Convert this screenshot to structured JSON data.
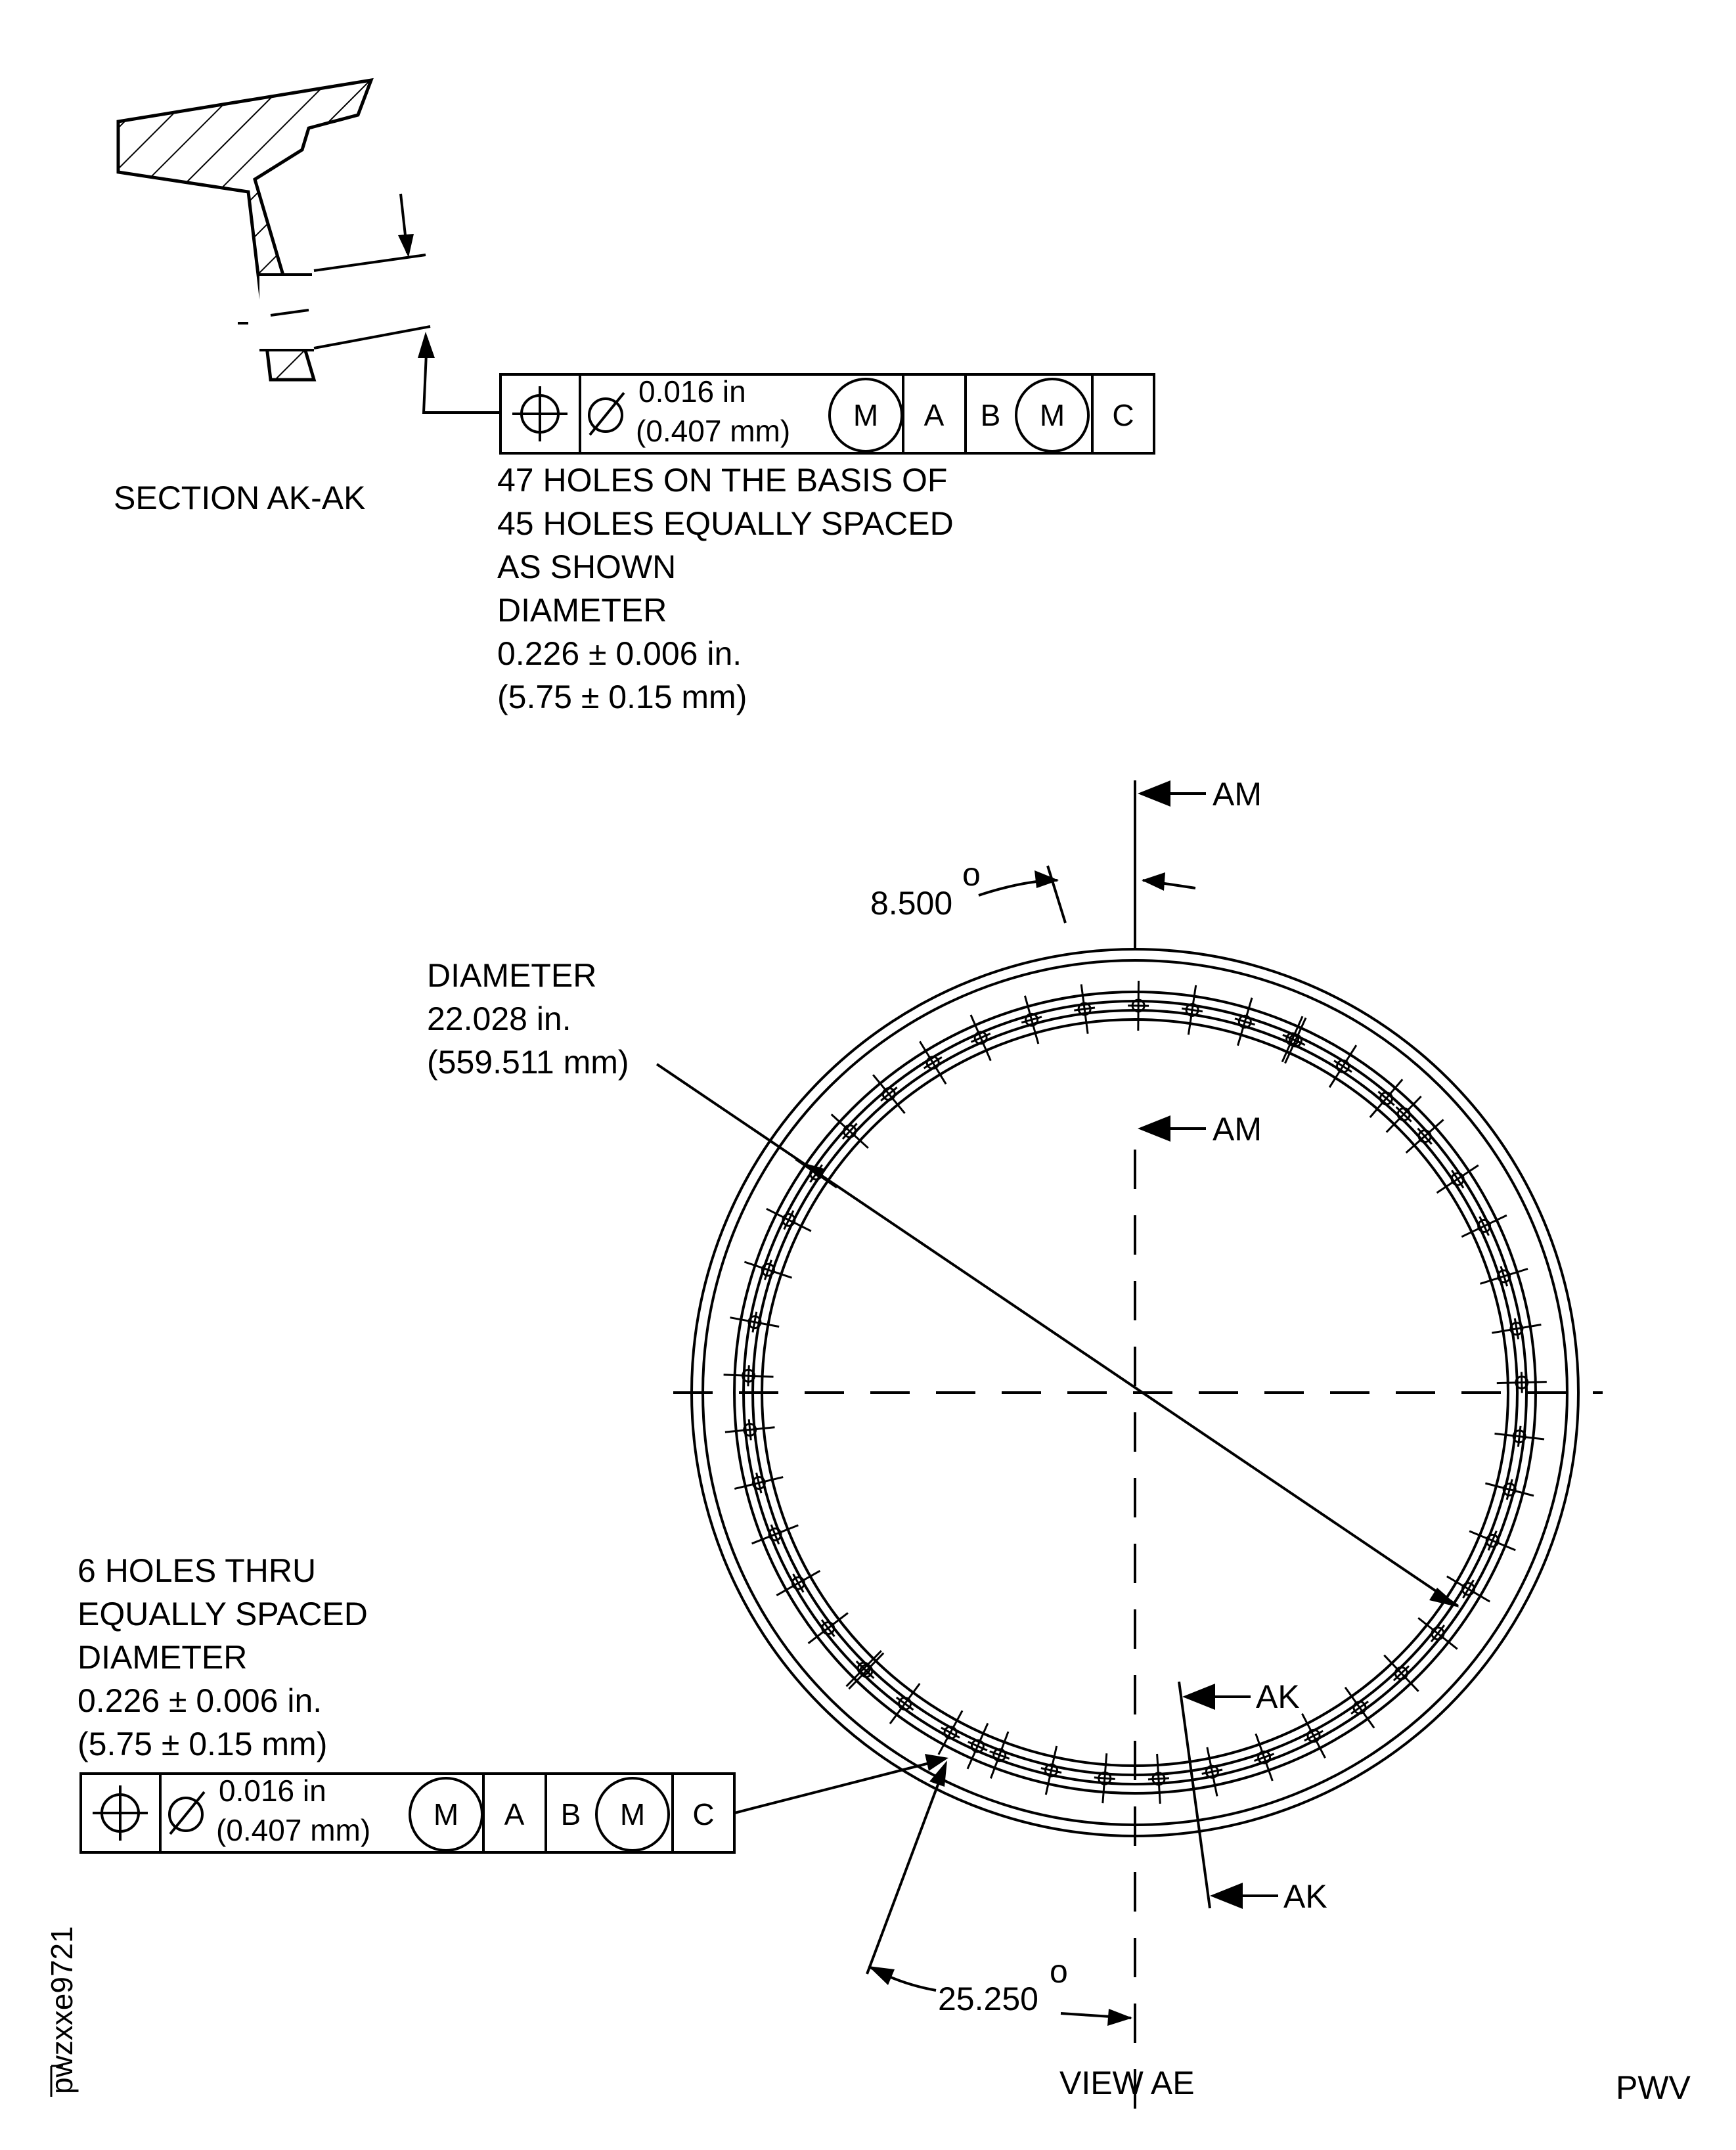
{
  "section": {
    "title": "SECTION AK-AK",
    "note_lines": [
      "47 HOLES ON THE BASIS OF",
      "45 HOLES EQUALLY SPACED",
      "AS SHOWN",
      "DIAMETER",
      "0.226 ± 0.006 in.",
      "(5.75 ± 0.15 mm)"
    ]
  },
  "fcf_top": {
    "tol_in": "0.016 in",
    "tol_mm": "(0.407 mm)",
    "modifier": "M",
    "datum_a": "A",
    "datum_b": "B",
    "datum_b_modifier": "M",
    "datum_c": "C"
  },
  "fcf_bottom": {
    "tol_in": "0.016 in",
    "tol_mm": "(0.407 mm)",
    "modifier": "M",
    "datum_a": "A",
    "datum_b": "B",
    "datum_b_modifier": "M",
    "datum_c": "C"
  },
  "view": {
    "title": "VIEW AE",
    "am_top": "AM",
    "am_mid": "AM",
    "ak_top": "AK",
    "ak_bottom": "AK",
    "angle_top": "8.500",
    "angle_bottom": "25.250",
    "degree_mark": "o",
    "diameter_lines": [
      "DIAMETER",
      "22.028 in.",
      "(559.511 mm)"
    ]
  },
  "holes_note": {
    "lines": [
      "6 HOLES THRU",
      "EQUALLY SPACED",
      "DIAMETER",
      "0.226 ± 0.006 in.",
      "(5.75 ± 0.15 mm)"
    ]
  },
  "footer": {
    "drawing_id": "pwzxxe9721",
    "code": "PWV"
  }
}
